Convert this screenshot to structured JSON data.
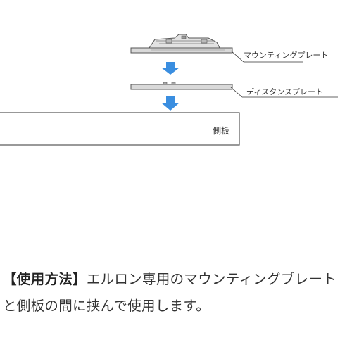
{
  "diagram": {
    "labels": {
      "mounting_plate": "マウンティングプレート",
      "distance_plate": "ディスタンスプレート",
      "side_panel": "側板"
    },
    "colors": {
      "arrow": "#3a8ee0",
      "plate_fill": "#d9d9d9",
      "stroke": "#555555",
      "side_panel_fill": "#ffffff"
    }
  },
  "caption": {
    "tag": "【使用方法】",
    "text": "エルロン専用のマウンティングプレートと側板の間に挟んで使用します。"
  }
}
